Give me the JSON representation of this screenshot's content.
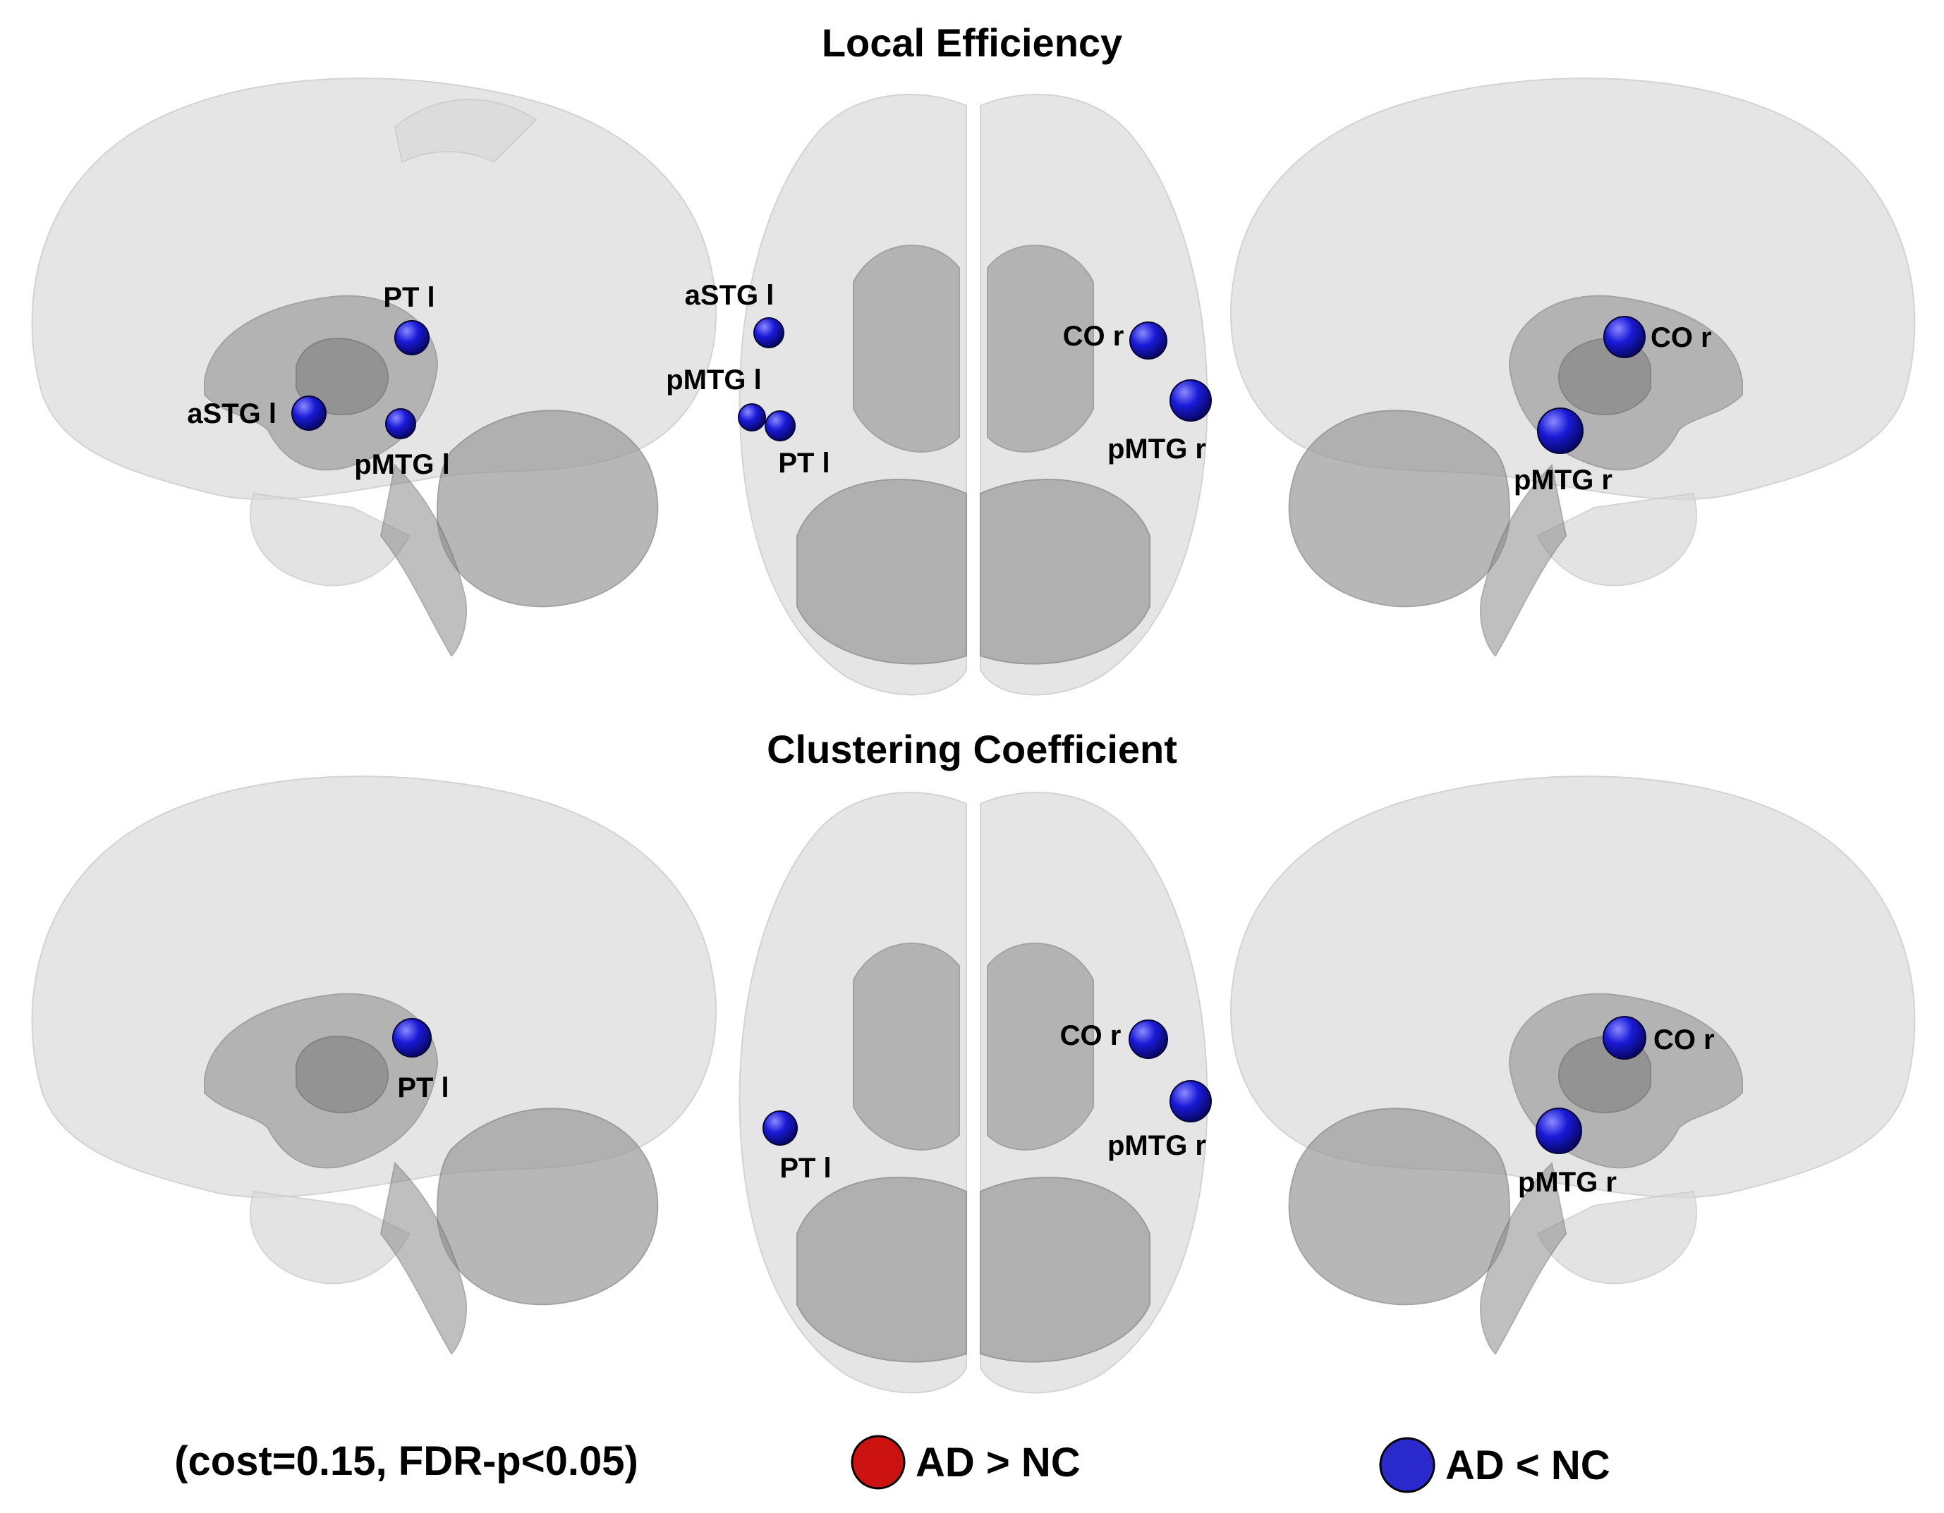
{
  "panels": [
    {
      "title": "Local Efficiency",
      "views": {
        "left_lateral": [
          "PT l",
          "aSTG l",
          "pMTG l"
        ],
        "axial": [
          "aSTG l",
          "pMTG l",
          "PT l",
          "CO r",
          "pMTG r"
        ],
        "right_lateral": [
          "CO r",
          "pMTG r"
        ]
      }
    },
    {
      "title": "Clustering Coefficient",
      "views": {
        "left_lateral": [
          "PT l"
        ],
        "axial": [
          "PT l",
          "CO r",
          "pMTG r"
        ],
        "right_lateral": [
          "CO r",
          "pMTG r"
        ]
      }
    }
  ],
  "footer": {
    "note": "(cost=0.15, FDR-p<0.05)",
    "legend": [
      {
        "label": "AD > NC",
        "color": "#cc1111"
      },
      {
        "label": "AD < NC",
        "color": "#2a2acc"
      }
    ]
  },
  "node_color": "#1a1ad8"
}
